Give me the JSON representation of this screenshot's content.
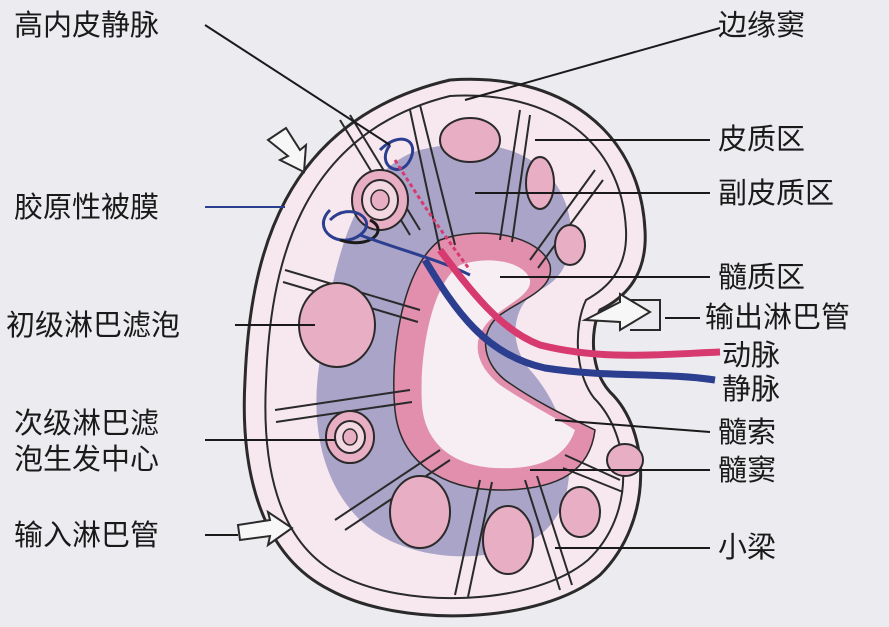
{
  "labels": {
    "high_endothelial_venule": "高内皮静脉",
    "subcapsular_sinus": "边缘窦",
    "cortex": "皮质区",
    "paracortex": "副皮质区",
    "capsule": "胶原性被膜",
    "medulla": "髓质区",
    "primary_follicle": "初级淋巴滤泡",
    "efferent_lymphatic": "输出淋巴管",
    "artery": "动脉",
    "vein": "静脉",
    "secondary_follicle_line1": "次级淋巴滤",
    "secondary_follicle_line2": "泡生发中心",
    "medullary_cord": "髓索",
    "medullary_sinus": "髓窦",
    "afferent_lymphatic": "输入淋巴管",
    "trabecula": "小梁"
  },
  "colors": {
    "background": "#ecebef",
    "capsule_fill": "#f6e8ee",
    "paracortex": "#a9a4c8",
    "follicle": "#e8aec4",
    "medulla_pink": "#e28fae",
    "artery": "#d63a6e",
    "vein": "#2c3e8f",
    "outline": "#2a2a2a"
  }
}
